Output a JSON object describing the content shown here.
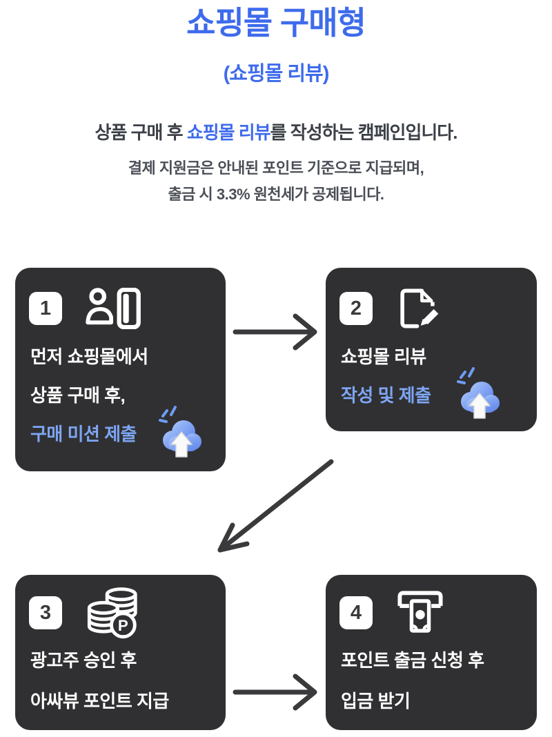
{
  "header": {
    "title": "쇼핑몰 구매형",
    "subtitle": "(쇼핑몰 리뷰)",
    "desc1_pre": "상품 구매 후 ",
    "desc1_highlight": "쇼핑몰 리뷰",
    "desc1_post": "를 작성하는 캠페인입니다.",
    "desc2": "결제 지원금은 안내된 포인트 기준으로 지급되며,",
    "desc3": "출금 시 3.3% 원천세가 공제됩니다."
  },
  "steps": [
    {
      "number": "1",
      "icon": "shopper-card-icon",
      "lines": [
        "먼저 쇼핑몰에서",
        "상품 구매 후,",
        "구매 미션 제출"
      ],
      "highlight_line": 2,
      "has_upload_icon": true
    },
    {
      "number": "2",
      "icon": "review-edit-icon",
      "lines": [
        "쇼핑몰 리뷰",
        "작성 및 제출"
      ],
      "highlight_line": 1,
      "has_upload_icon": true
    },
    {
      "number": "3",
      "icon": "point-coins-icon",
      "lines": [
        "광고주 승인 후",
        "아싸뷰 포인트 지급"
      ],
      "highlight_line": -1,
      "has_upload_icon": false
    },
    {
      "number": "4",
      "icon": "cash-withdrawal-icon",
      "lines": [
        "포인트 출금 신청 후",
        "입금 받기"
      ],
      "highlight_line": -1,
      "has_upload_icon": false
    }
  ],
  "icons": {
    "upload": "cloud-upload-icon",
    "coin_letter": "P"
  },
  "arrows": [
    {
      "from": "step-1",
      "to": "step-2",
      "direction": "right"
    },
    {
      "from": "step-2",
      "to": "step-3",
      "direction": "down-left"
    },
    {
      "from": "step-3",
      "to": "step-4",
      "direction": "right"
    }
  ],
  "colors": {
    "accent_blue": "#3E6BEC",
    "card_highlight_blue": "#7EA6F4",
    "card_background": "#303032",
    "text_dark": "#3C4047",
    "text_gray": "#4A4E56",
    "arrow_gray": "#3A3A3C",
    "cloud_blue_light": "#A9C6FB",
    "cloud_blue_dark": "#5B82EA"
  }
}
